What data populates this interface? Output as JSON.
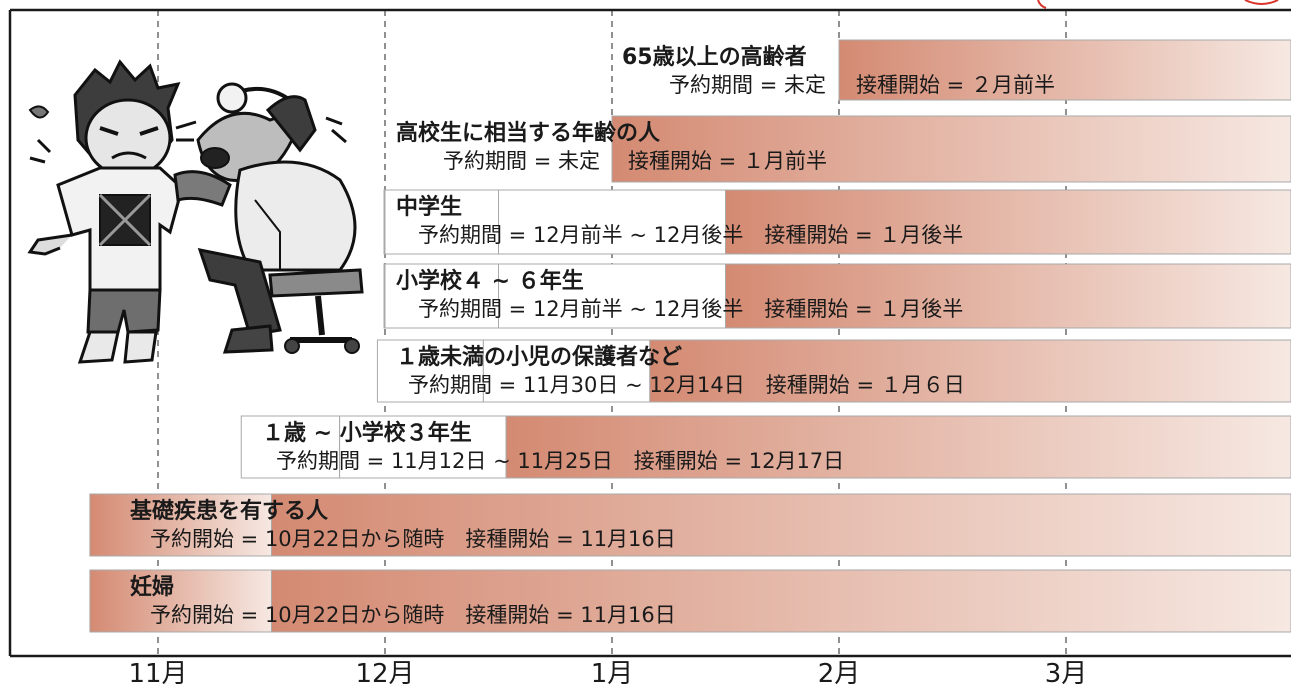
{
  "chart_data": {
    "type": "timeline-bar",
    "x_axis": {
      "ticks": [
        "11月",
        "12月",
        "1月",
        "2月",
        "3月"
      ]
    },
    "grid": "vertical-dashed",
    "rows": [
      {
        "group": "65歳以上の高齢者",
        "line2": "予約期間 = 未定",
        "line3": "接種開始 = ２月前半",
        "booking_start": null,
        "booking_end": null,
        "vaccination_start": "2月前半"
      },
      {
        "group": "高校生に相当する年齢の人",
        "line2": "予約期間 = 未定",
        "line3": "接種開始 = １月前半",
        "booking_start": null,
        "booking_end": null,
        "vaccination_start": "1月前半"
      },
      {
        "group": "中学生",
        "line2": "予約期間 = 12月前半 ~ 12月後半　接種開始 = １月後半",
        "booking_start": "12月前半",
        "booking_end": "12月後半",
        "vaccination_start": "1月後半"
      },
      {
        "group": "小学校４ ~ ６年生",
        "line2": "予約期間 = 12月前半 ~ 12月後半　接種開始 = １月後半",
        "booking_start": "12月前半",
        "booking_end": "12月後半",
        "vaccination_start": "1月後半"
      },
      {
        "group": "１歳未満の小児の保護者など",
        "line2": "予約期間 = 11月30日 ~ 12月14日　接種開始 = １月６日",
        "booking_start": "11月30日",
        "booking_end": "12月14日",
        "vaccination_start": "1月6日"
      },
      {
        "group": "１歳 ~ 小学校３年生",
        "line2": "予約期間 = 11月12日 ~ 11月25日　接種開始 = 12月17日",
        "booking_start": "11月12日",
        "booking_end": "11月25日",
        "vaccination_start": "12月17日"
      },
      {
        "group": "基礎疾患を有する人",
        "line2": "予約開始 = 10月22日から随時　接種開始 = 11月16日",
        "booking_start": "10月22日",
        "booking_end": null,
        "vaccination_start": "11月16日"
      },
      {
        "group": "妊婦",
        "line2": "予約開始 = 10月22日から随時　接種開始 = 11月16日",
        "booking_start": "10月22日",
        "booking_end": null,
        "vaccination_start": "11月16日"
      }
    ],
    "colors": {
      "booking_fill": "#d4d4d4",
      "vaccination_fill_start": "#d48a72",
      "vaccination_fill_end": "#f6e8e2",
      "bar_stroke": "#a9a9a9",
      "axis": "#1a1a1a",
      "corner_mark": "#d9342b"
    }
  },
  "illustration": {
    "subject": "doctor-examining-child-cartoon"
  }
}
